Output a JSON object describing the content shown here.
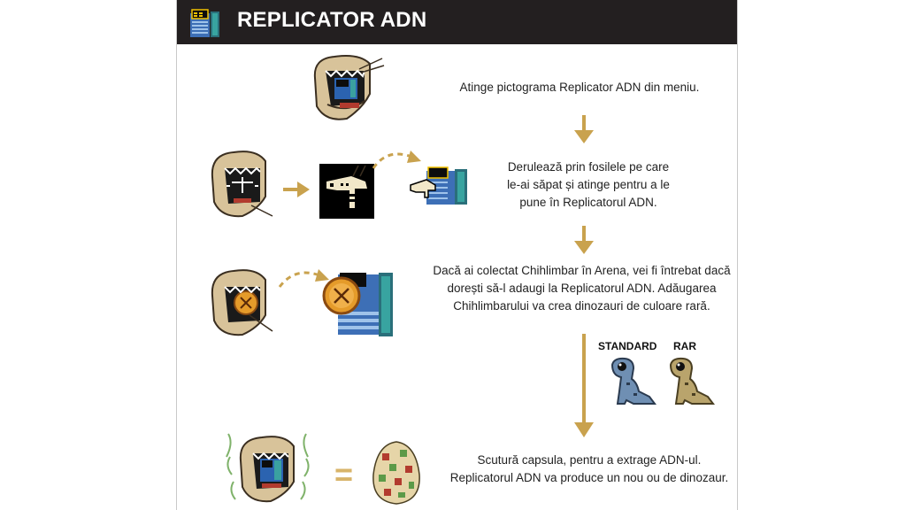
{
  "header": {
    "title": "REPLICATOR ADN",
    "icon": "replicator-machine-icon"
  },
  "steps": {
    "step1": {
      "text": "Atinge pictograma Replicator ADN din meniu."
    },
    "step2": {
      "lines": [
        "Derulează prin fosilele pe care",
        "le-ai săpat și atinge pentru a le",
        "pune în Replicatorul ADN."
      ]
    },
    "step3": {
      "lines": [
        "Dacă ai colectat Chihlimbar în Arena, vei fi întrebat dacă",
        "dorești să-l adaugi la Replicatorul ADN. Adăugarea",
        "Chihlimbarului va crea dinozauri de culoare rară."
      ]
    },
    "step4": {
      "lines": [
        "Scutură capsula, pentru a extrage ADN-ul.",
        "Replicatorul ADN va produce un nou ou de dinozaur."
      ]
    }
  },
  "variants": {
    "standard": "STANDARD",
    "rare": "RAR"
  },
  "colors": {
    "accent": "#c9a24e",
    "header_bg": "#231f20",
    "standard_dino": "#6f8fb3",
    "rare_dino": "#b9a46c"
  }
}
